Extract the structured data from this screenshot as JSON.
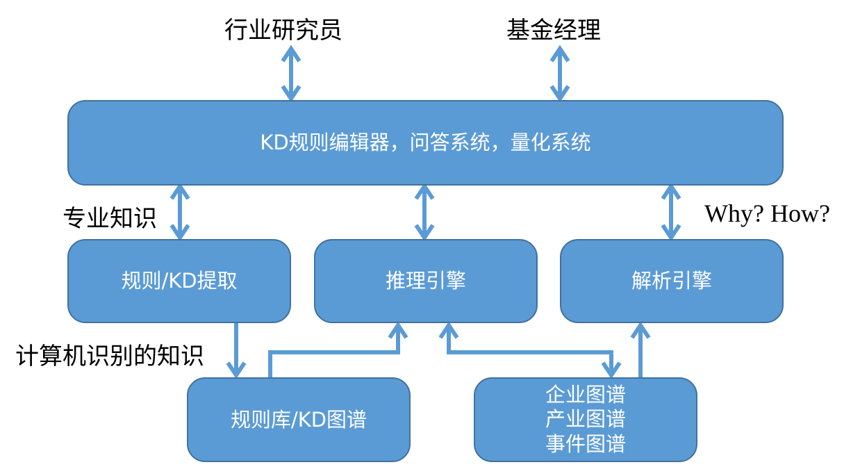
{
  "diagram": {
    "actors": {
      "industry_researcher": "行业研究员",
      "fund_manager": "基金经理"
    },
    "boxes": {
      "top_system": "KD规则编辑器，问答系统，量化系统",
      "rule_extraction": "规则/KD提取",
      "reasoning_engine": "推理引擎",
      "parsing_engine": "解析引擎",
      "rule_library": "规则库/KD图谱",
      "graphs": [
        "企业图谱",
        "产业图谱",
        "事件图谱"
      ]
    },
    "edge_labels": {
      "domain_knowledge": "专业知识",
      "machine_knowledge": "计算机识别的知识",
      "why_how": "Why? How?"
    },
    "colors": {
      "box_fill": "#5b9bd5",
      "box_border": "#41719c",
      "arrow": "#5b9bd5",
      "box_text": "#ffffff",
      "label_text": "#000000"
    }
  }
}
